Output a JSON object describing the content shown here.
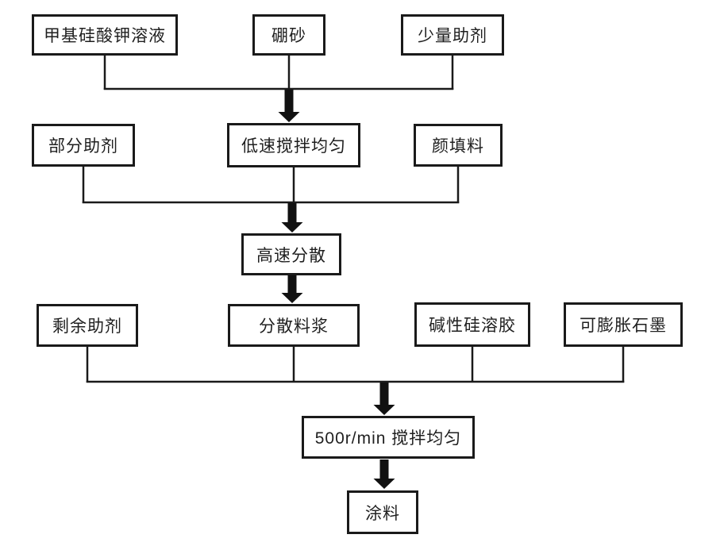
{
  "diagram": {
    "type": "flowchart",
    "background_color": "#ffffff",
    "line_color": "#1a1a1a",
    "box_border_color": "#1a1a1a",
    "text_color": "#1f1f1f",
    "nodes": [
      {
        "id": "methyl-potassium-silicate-solution",
        "label": "甲基硅酸钾溶液"
      },
      {
        "id": "borax",
        "label": "硼砂"
      },
      {
        "id": "small-amount-of-additives",
        "label": "少量助剂"
      },
      {
        "id": "partial-additives",
        "label": "部分助剂"
      },
      {
        "id": "low-speed-stir-evenly",
        "label": "低速搅拌均匀"
      },
      {
        "id": "pigment-and-filler",
        "label": "颜填料"
      },
      {
        "id": "high-speed-dispersion",
        "label": "高速分散"
      },
      {
        "id": "remaining-additives",
        "label": "剩余助剂"
      },
      {
        "id": "dispersed-slurry",
        "label": "分散料浆"
      },
      {
        "id": "alkaline-silica-sol",
        "label": "碱性硅溶胶"
      },
      {
        "id": "expandable-graphite",
        "label": "可膨胀石墨"
      },
      {
        "id": "stir-evenly-500rpm",
        "label": "500r/min 搅拌均匀"
      },
      {
        "id": "coating",
        "label": "涂料"
      }
    ],
    "edges": [
      {
        "from": [
          "methyl-potassium-silicate-solution",
          "borax",
          "small-amount-of-additives"
        ],
        "to": "low-speed-stir-evenly"
      },
      {
        "from": [
          "partial-additives",
          "low-speed-stir-evenly",
          "pigment-and-filler"
        ],
        "to": "high-speed-dispersion"
      },
      {
        "from": [
          "high-speed-dispersion"
        ],
        "to": "dispersed-slurry"
      },
      {
        "from": [
          "remaining-additives",
          "dispersed-slurry",
          "alkaline-silica-sol",
          "expandable-graphite"
        ],
        "to": "stir-evenly-500rpm"
      },
      {
        "from": [
          "stir-evenly-500rpm"
        ],
        "to": "coating"
      }
    ]
  }
}
